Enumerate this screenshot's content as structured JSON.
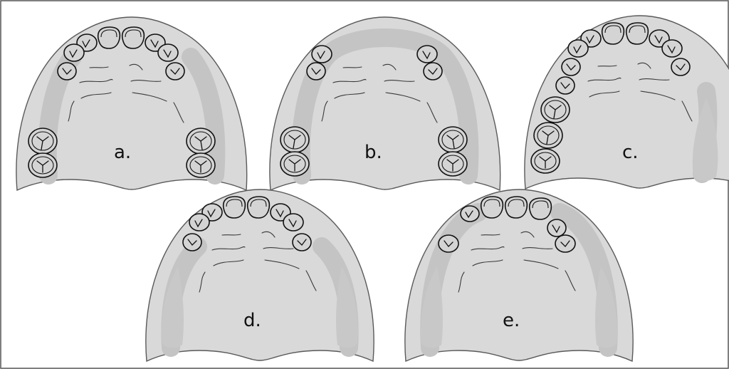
{
  "panels": [
    {
      "id": "a",
      "label": "a."
    },
    {
      "id": "b",
      "label": "b."
    },
    {
      "id": "c",
      "label": "c."
    },
    {
      "id": "d",
      "label": "d."
    },
    {
      "id": "e",
      "label": "e."
    }
  ],
  "colors": {
    "background": "#ffffff",
    "frame": "#555555",
    "palate": "#d9d9d9",
    "ridge": "#c4c4c4",
    "tooth": "#d4d4d4",
    "ink": "#111111"
  }
}
